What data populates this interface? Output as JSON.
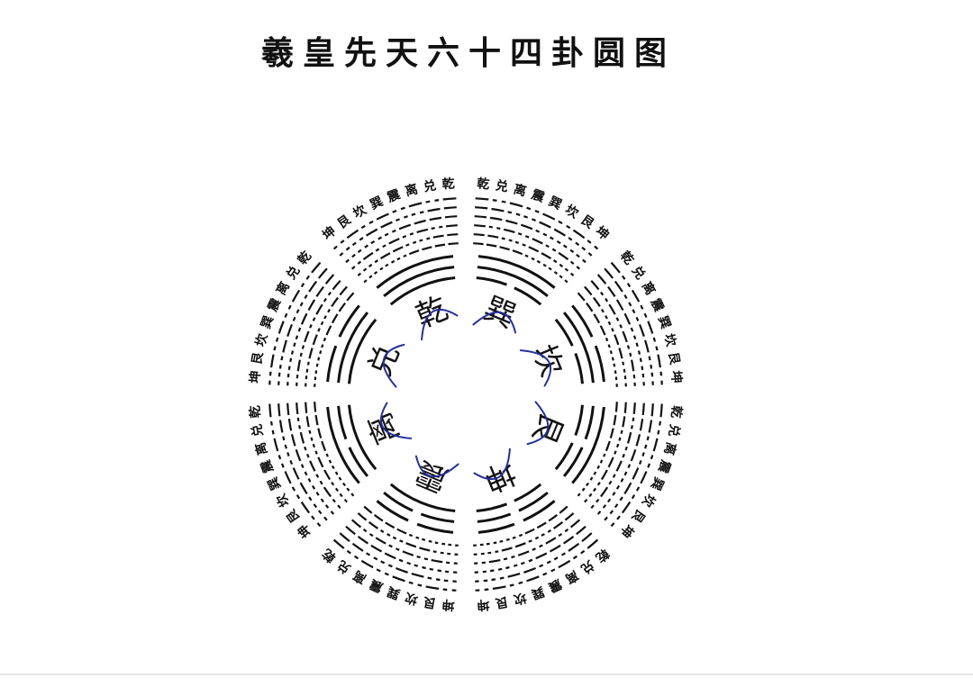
{
  "title": "羲皇先天六十四卦圆图",
  "sequence": [
    "乾",
    "兑",
    "离",
    "震",
    "巽",
    "坎",
    "艮",
    "坤"
  ],
  "inner_labels": [
    "乾",
    "兑",
    "离",
    "震",
    "巽",
    "坎",
    "艮",
    "坤"
  ],
  "colors": {
    "ink": "#111111",
    "annotation": "#25309a"
  }
}
